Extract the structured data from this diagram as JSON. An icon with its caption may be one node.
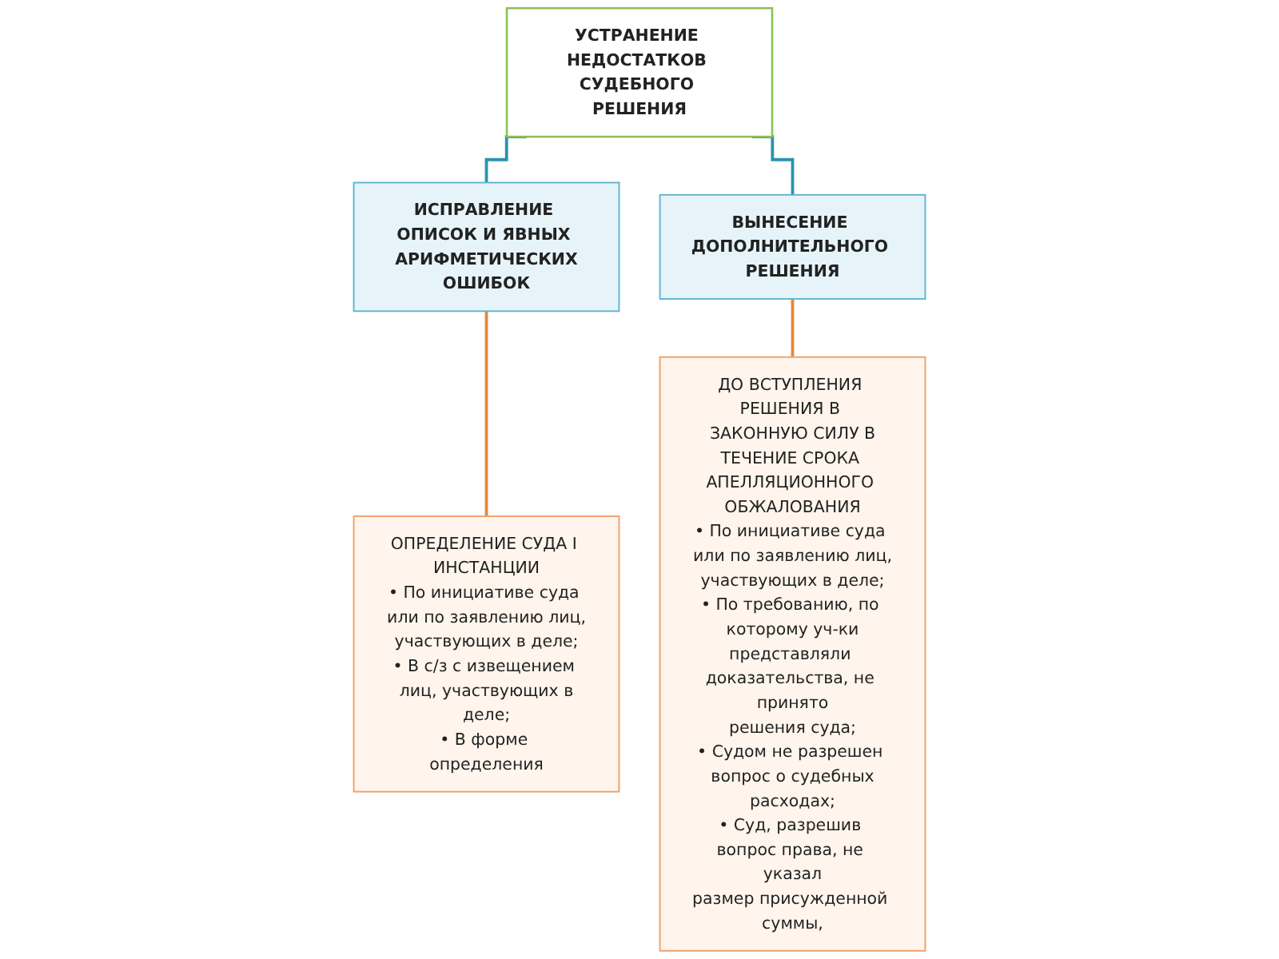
{
  "diagram": {
    "nodes": [
      {
        "text": [
          "УСТРАНЕНИЕ НЕДОСТАТКОВ СУДЕБНОГО РЕШЕНИЯ"
        ]
      },
      {
        "text": [
          "ИСПРАВЛЕНИЕ ОПИСОК И ЯВНЫХ АРИФМЕТИЧЕСКИХ ОШИБОК"
        ]
      },
      {
        "text": [
          "ВЫНЕСЕНИЕ ДОПОЛНИТЕЛЬНОГО РЕШЕНИЯ"
        ]
      },
      {
        "text": [
          "ОПРЕДЕЛЕНИЕ СУДА I ИНСТАНЦИИ",
          "• По инициативе суда или по заявлению лиц, участвующих в деле;",
          "• В с/з с извещением лиц, участвующих в деле;",
          "• В форме определения"
        ]
      },
      {
        "text": [
          "ДО ВСТУПЛЕНИЯ РЕШЕНИЯ В ЗАКОННУЮ СИЛУ В ТЕЧЕНИЕ СРОКА АПЕЛЛЯЦИОННОГО ОБЖАЛОВАНИЯ",
          "• По инициативе суда или по заявлению лиц, участвующих в деле;",
          "• По требованию, по которому уч-ки представляли доказательства, не принято решения суда;",
          "• Судом не разрешен вопрос о судебных расходах;",
          "• Суд, разрешив вопрос права, не указал размер присужденной суммы,"
        ]
      }
    ],
    "edges": [
      {
        "from": 0,
        "to": 1,
        "arrow": "none"
      },
      {
        "from": 0,
        "to": 2,
        "arrow": "none"
      },
      {
        "from": 1,
        "to": 3,
        "arrow": "none",
        "color": "#e8873a"
      },
      {
        "from": 2,
        "to": 4,
        "arrow": "none",
        "color": "#e8873a"
      }
    ]
  }
}
